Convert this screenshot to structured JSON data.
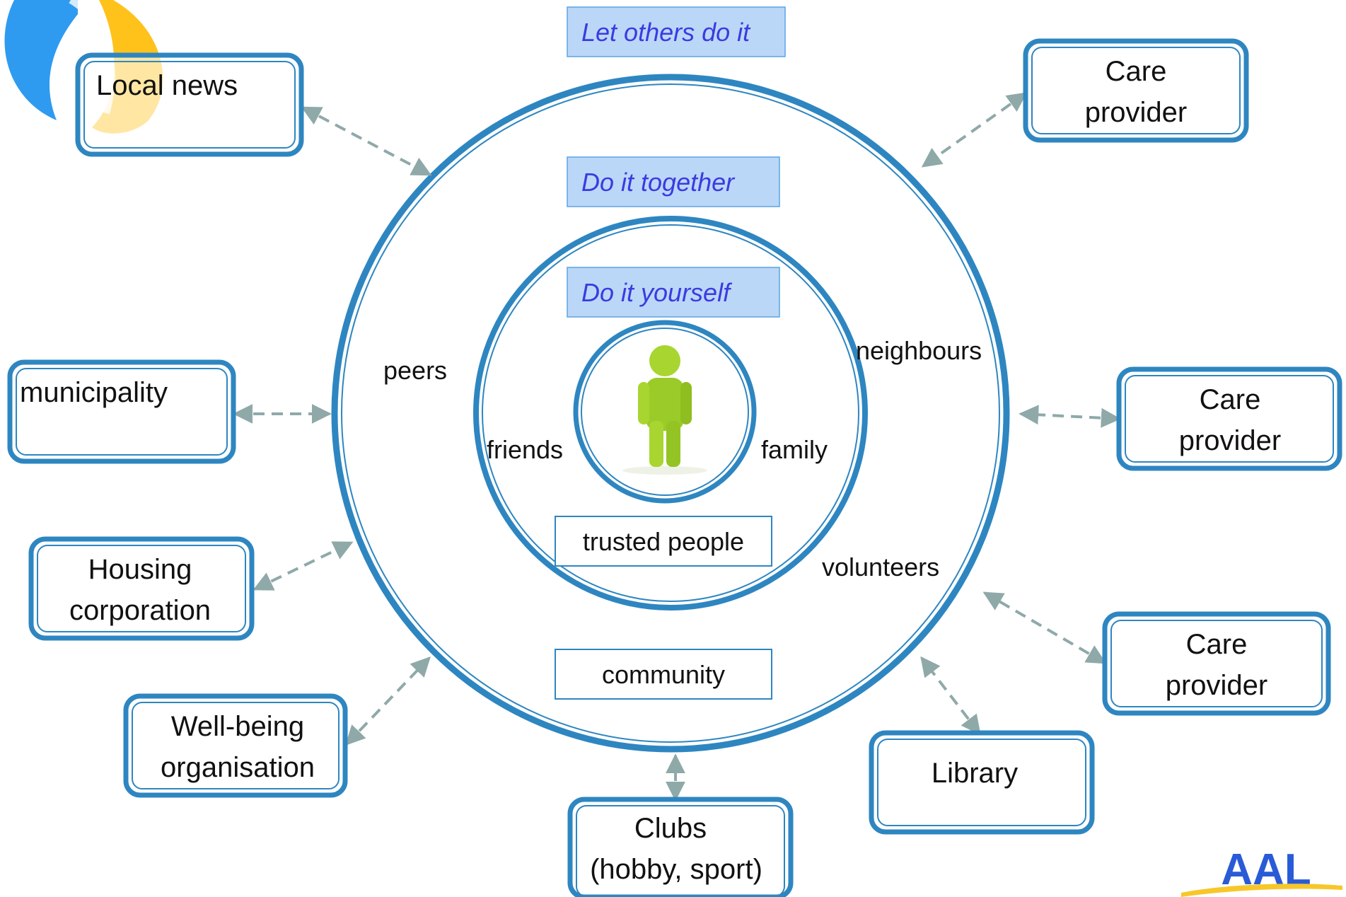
{
  "layers": {
    "outer": "Let others do it",
    "middle": "Do it together",
    "inner": "Do it yourself"
  },
  "ring_words": {
    "peers": "peers",
    "neighbours": "neighbours",
    "friends": "friends",
    "family": "family",
    "volunteers": "volunteers",
    "trusted_people": "trusted people",
    "community": "community"
  },
  "actors": {
    "local_news": [
      "Local news"
    ],
    "care_provider_top": [
      "Care",
      "provider"
    ],
    "municipality": [
      "municipality"
    ],
    "care_provider_mid": [
      "Care",
      "provider"
    ],
    "housing_corporation": [
      "Housing",
      "corporation"
    ],
    "care_provider_low": [
      "Care",
      "provider"
    ],
    "wellbeing_organisation": [
      "Well-being",
      "organisation"
    ],
    "library": [
      "Library"
    ],
    "clubs": [
      "Clubs",
      "(hobby, sport)"
    ]
  },
  "logo": {
    "text": "AAL"
  },
  "icons": {
    "person": "person-figure-icon",
    "arrow": "double-headed-dashed-arrow"
  },
  "colors": {
    "ring": "#2E86C1",
    "box_border": "#2E86C1",
    "layer_fill": "#BBD7F7",
    "layer_text": "#3B3BE0",
    "arrow": "#8FA9A9",
    "person": "#A8D530",
    "logo_blue": "#2A5BD7",
    "logo_yellow": "#F7C72A"
  }
}
